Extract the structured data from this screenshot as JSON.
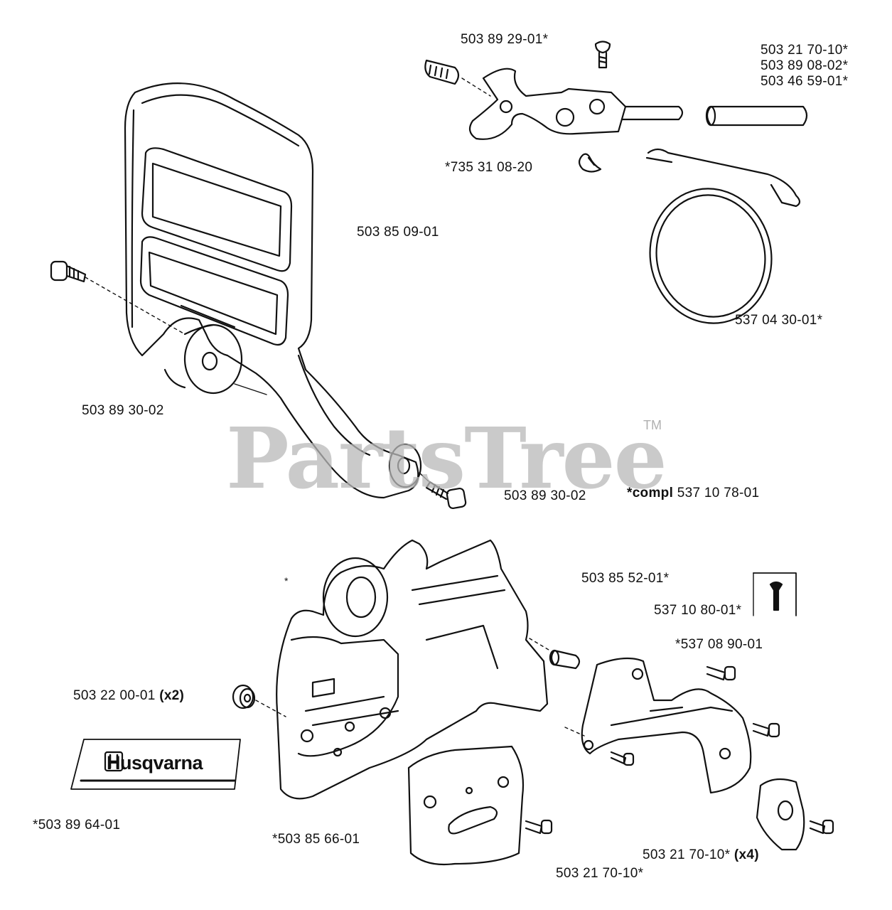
{
  "watermark": {
    "text": "PartsTree",
    "tm": "TM"
  },
  "logo": {
    "brand": "Husqvarna"
  },
  "labels": {
    "front_guard": "503 85 09-01",
    "bolt_left": "503 89 30-02",
    "bolt_right": "503 89 30-02",
    "spring": "503 89 29-01*",
    "lever_clip": "*735 31 08-20",
    "sleeve_1": "503 21 70-10*",
    "sleeve_2": "503 89 08-02*",
    "sleeve_3": "503 46 59-01*",
    "brake_band": "537 04 30-01*",
    "compl": "*compl",
    "compl_pn": "537 10 78-01",
    "clutch_cover_asm": "503 85 52-01*",
    "tool": "537 10 80-01*",
    "chain_catcher": "*537 08 90-01",
    "washer": "503 22 00-01",
    "washer_qty": "(x2)",
    "decal": "*503 89 64-01",
    "clutch_cover": "*503 85 66-01",
    "screw_x4": "503 21 70-10*",
    "screw_x4_qty": "(x4)",
    "screw_bottom": "503 21 70-10*",
    "stray_asterisk": "*"
  }
}
